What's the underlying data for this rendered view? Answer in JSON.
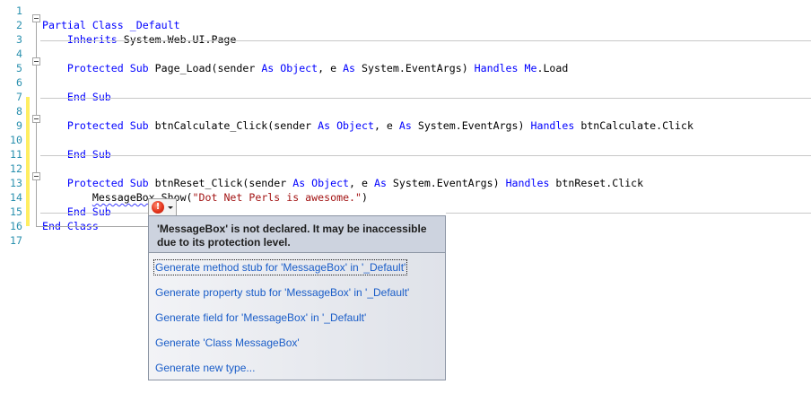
{
  "editor": {
    "lines": [
      {
        "num": "1",
        "tokens": []
      },
      {
        "num": "2",
        "tokens": [
          {
            "t": "Partial Class ",
            "c": "kw"
          },
          {
            "t": "_Default",
            "c": "kw"
          }
        ]
      },
      {
        "num": "3",
        "tokens": [
          {
            "t": "    "
          },
          {
            "t": "Inherits",
            "c": "kw"
          },
          {
            "t": " System.Web.UI.Page"
          }
        ]
      },
      {
        "num": "4",
        "tokens": []
      },
      {
        "num": "5",
        "tokens": [
          {
            "t": "    "
          },
          {
            "t": "Protected Sub",
            "c": "kw"
          },
          {
            "t": " Page_Load(sender "
          },
          {
            "t": "As Object",
            "c": "kw"
          },
          {
            "t": ", e "
          },
          {
            "t": "As",
            "c": "kw"
          },
          {
            "t": " System.EventArgs) "
          },
          {
            "t": "Handles Me",
            "c": "kw"
          },
          {
            "t": ".Load"
          }
        ]
      },
      {
        "num": "6",
        "tokens": []
      },
      {
        "num": "7",
        "tokens": [
          {
            "t": "    "
          },
          {
            "t": "End Sub",
            "c": "kw"
          }
        ]
      },
      {
        "num": "8",
        "tokens": []
      },
      {
        "num": "9",
        "tokens": [
          {
            "t": "    "
          },
          {
            "t": "Protected Sub",
            "c": "kw"
          },
          {
            "t": " btnCalculate_Click(sender "
          },
          {
            "t": "As Object",
            "c": "kw"
          },
          {
            "t": ", e "
          },
          {
            "t": "As",
            "c": "kw"
          },
          {
            "t": " System.EventArgs) "
          },
          {
            "t": "Handles",
            "c": "kw"
          },
          {
            "t": " btnCalculate.Click"
          }
        ]
      },
      {
        "num": "10",
        "tokens": []
      },
      {
        "num": "11",
        "tokens": [
          {
            "t": "    "
          },
          {
            "t": "End Sub",
            "c": "kw"
          }
        ]
      },
      {
        "num": "12",
        "tokens": []
      },
      {
        "num": "13",
        "tokens": [
          {
            "t": "    "
          },
          {
            "t": "Protected Sub",
            "c": "kw"
          },
          {
            "t": " btnReset_Click(sender "
          },
          {
            "t": "As Object",
            "c": "kw"
          },
          {
            "t": ", e "
          },
          {
            "t": "As",
            "c": "kw"
          },
          {
            "t": " System.EventArgs) "
          },
          {
            "t": "Handles",
            "c": "kw"
          },
          {
            "t": " btnReset.Click"
          }
        ]
      },
      {
        "num": "14",
        "tokens": [
          {
            "t": "        "
          },
          {
            "t": "MessageBox",
            "c": "squiggle"
          },
          {
            "t": ".Show("
          },
          {
            "t": "\"Dot Net Perls is awesome.\"",
            "c": "str"
          },
          {
            "t": ")"
          }
        ]
      },
      {
        "num": "15",
        "tokens": [
          {
            "t": "    "
          },
          {
            "t": "End Sub",
            "c": "kw"
          }
        ]
      },
      {
        "num": "16",
        "tokens": [
          {
            "t": "End Class",
            "c": "kw"
          }
        ]
      },
      {
        "num": "17",
        "tokens": []
      }
    ]
  },
  "smart_tag": {
    "icon": "error-icon",
    "glyph": "!",
    "dropdown": "chevron-down-icon"
  },
  "popup": {
    "message": "'MessageBox' is not declared. It may be inaccessible due to its protection level.",
    "actions": [
      {
        "label": "Generate method stub for 'MessageBox' in '_Default'",
        "focused": true
      },
      {
        "label": "Generate property stub for 'MessageBox' in '_Default'"
      },
      {
        "label": "Generate field for 'MessageBox' in '_Default'"
      },
      {
        "label": "Generate 'Class MessageBox'"
      },
      {
        "label": "Generate new type..."
      }
    ]
  },
  "colors": {
    "keyword": "#0000ff",
    "string": "#a31515",
    "line_number": "#2b91af",
    "change_bar": "#ffee62",
    "action_link": "#1a5dc8",
    "popup_header": "#cdd3df"
  }
}
